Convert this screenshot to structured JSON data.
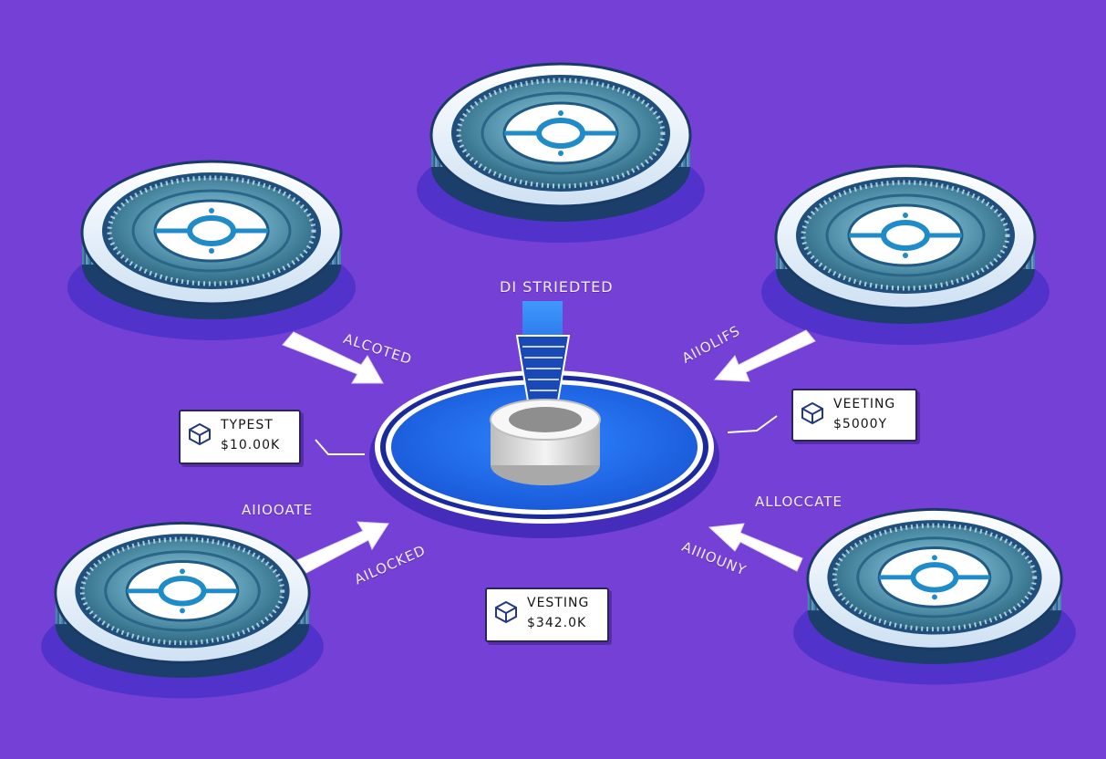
{
  "colors": {
    "background": "#7540d6",
    "coin_face": "#3f7e98",
    "platform_blue": "#1d6ff0",
    "card_bg": "#ffffff",
    "arrow": "#ffffff"
  },
  "labels": {
    "distributed": "DI STRIEDTED",
    "allocted_top_left": "ALCOTED",
    "aiiolifs": "AIIOLIFS",
    "alloate_left": "AIIOOATE",
    "allocated_bottom_left": "AILOCKED",
    "allocate_right": "ALLOCCATE",
    "amount_right": "AIIIOUNY"
  },
  "cards": {
    "left": {
      "line1": "TYPEST",
      "line2": "$10.00K"
    },
    "right": {
      "line1": "VEETING",
      "line2": "$5000Y"
    },
    "bottom": {
      "line1": "VESTING",
      "line2": "$342.0K"
    }
  },
  "icons": {
    "coin": "token-coin-icon",
    "card": "cube-icon",
    "arrow": "arrow-icon"
  }
}
